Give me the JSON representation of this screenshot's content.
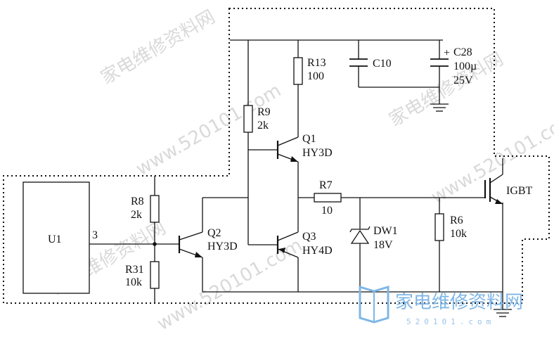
{
  "watermark": {
    "cn_text": "家电维修资料网",
    "url_text": "www.520101.com",
    "brand_cn": "家电维修资料网",
    "brand_url": "520101.com",
    "colors": {
      "faint": "#d9d9d9",
      "brand": "#7fb6e6"
    }
  },
  "components": {
    "U1": {
      "name": "U1",
      "pin": "3"
    },
    "R8": {
      "name": "R8",
      "value": "2k"
    },
    "R31": {
      "name": "R31",
      "value": "10k"
    },
    "Q2": {
      "name": "Q2",
      "part": "HY3D"
    },
    "R9": {
      "name": "R9",
      "value": "2k"
    },
    "R13": {
      "name": "R13",
      "value": "100"
    },
    "C10": {
      "name": "C10"
    },
    "C28": {
      "name": "C28",
      "value": "100µ",
      "voltage": "25V",
      "polarity": "+"
    },
    "Q1": {
      "name": "Q1",
      "part": "HY3D"
    },
    "Q3": {
      "name": "Q3",
      "part": "HY4D"
    },
    "R7": {
      "name": "R7",
      "value": "10"
    },
    "DW1": {
      "name": "DW1",
      "value": "18V"
    },
    "R6": {
      "name": "R6",
      "value": "10k"
    },
    "IGBT": {
      "name": "IGBT"
    }
  }
}
